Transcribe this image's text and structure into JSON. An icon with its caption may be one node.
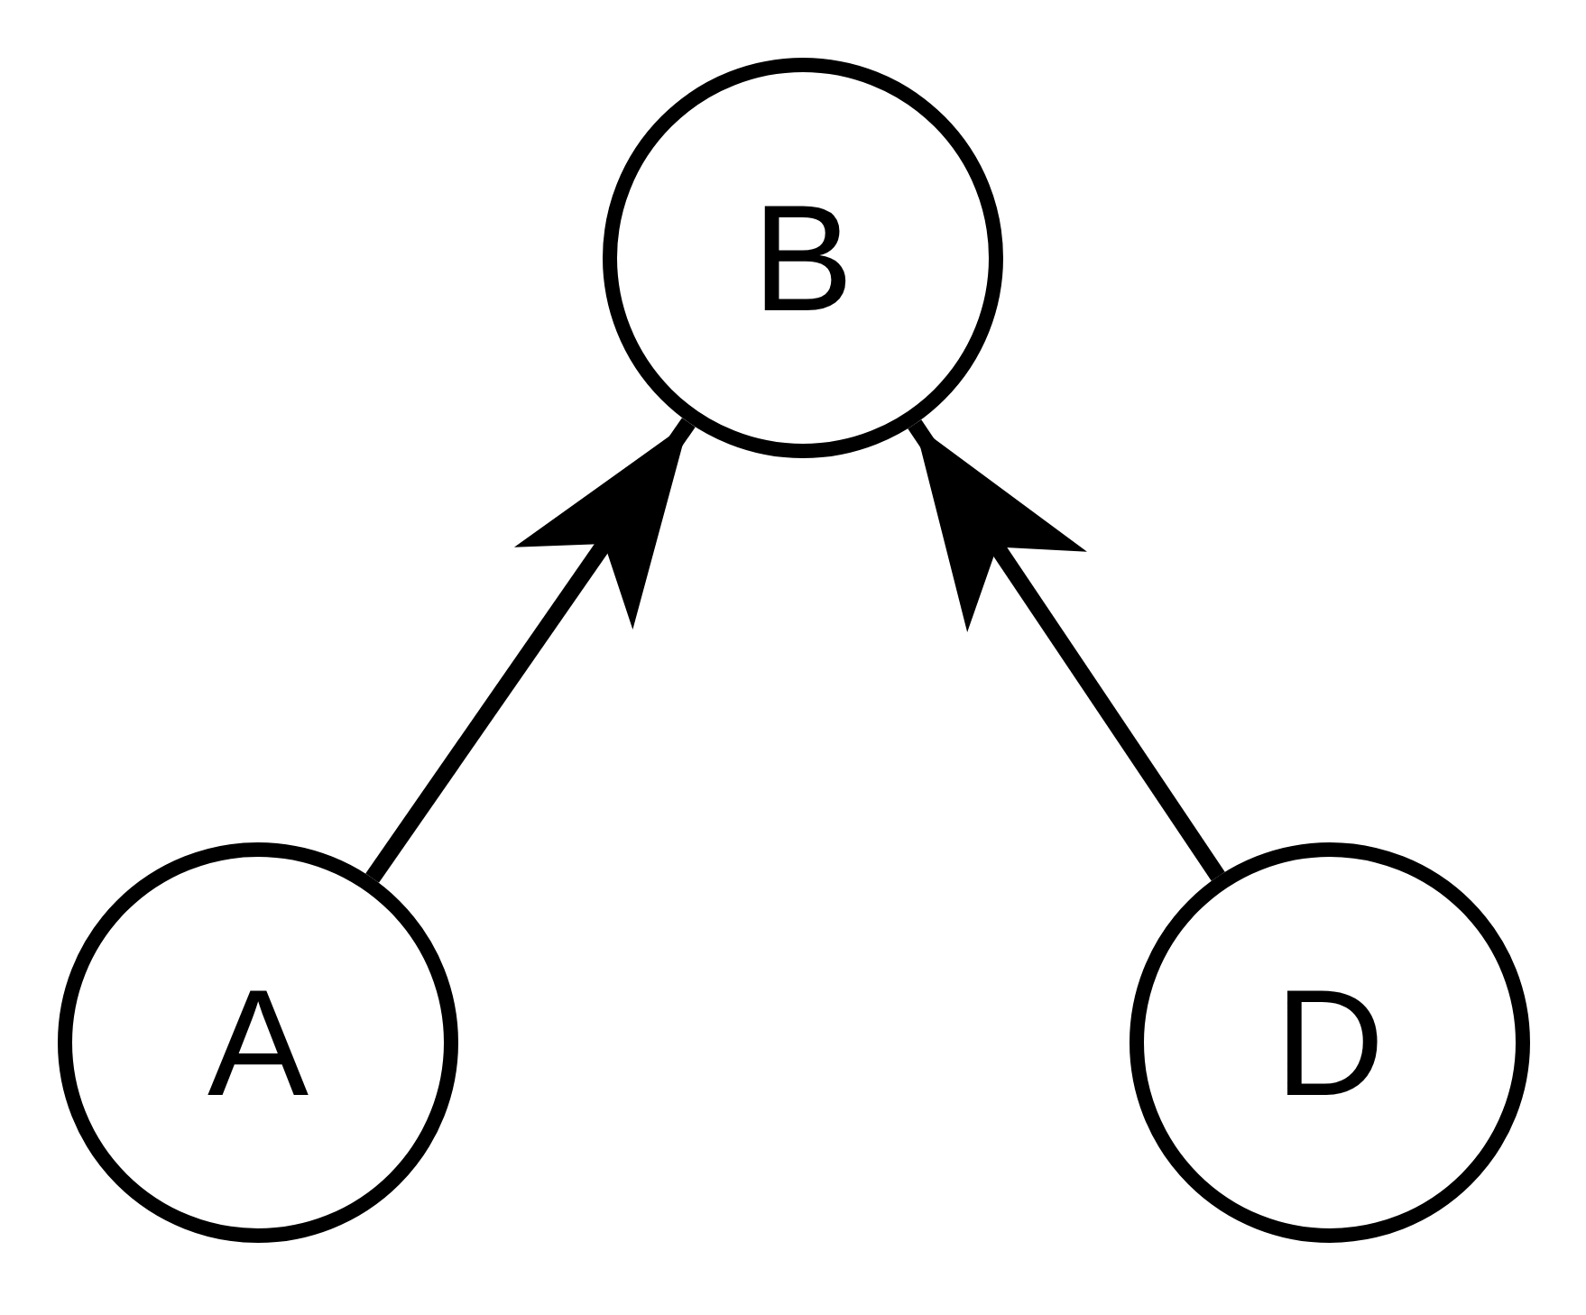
{
  "diagram": {
    "nodes": [
      {
        "text": [
          "B"
        ]
      },
      {
        "text": [
          "A"
        ]
      },
      {
        "text": [
          "D"
        ]
      }
    ],
    "edges": [
      {
        "from": 1,
        "to": 0,
        "arrow": "to"
      },
      {
        "from": 2,
        "to": 0,
        "arrow": "to"
      }
    ]
  }
}
